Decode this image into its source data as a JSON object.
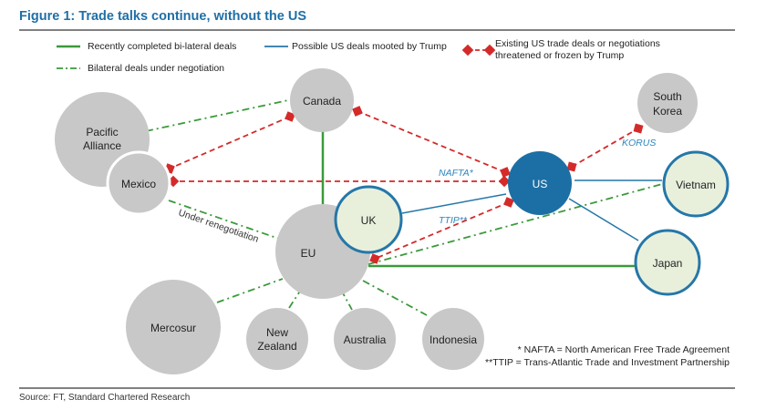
{
  "figure": {
    "title": "Figure 1: Trade talks continue, without the US",
    "source": "Source: FT, Standard Chartered Research"
  },
  "legend": {
    "completed": "Recently completed bi-lateral deals",
    "negotiation": "Bilateral deals under negotiation",
    "possible_us": "Possible US deals mooted by Trump",
    "threatened_line1": "Existing US trade deals or negotiations",
    "threatened_line2": "threatened or frozen by Trump"
  },
  "colors": {
    "green": "#3a9a3a",
    "blue": "#2577a8",
    "red": "#d42a2a",
    "grey_node": "#c8c8c8",
    "light_node": "#e8f0dc",
    "us_node": "#1c6fa4"
  },
  "nodes": {
    "canada": "Canada",
    "pacific_line1": "Pacific",
    "pacific_line2": "Alliance",
    "mexico": "Mexico",
    "eu": "EU",
    "uk": "UK",
    "us": "US",
    "south_korea_line1": "South",
    "south_korea_line2": "Korea",
    "vietnam": "Vietnam",
    "japan": "Japan",
    "mercosur": "Mercosur",
    "new_zealand_line1": "New",
    "new_zealand_line2": "Zealand",
    "australia": "Australia",
    "indonesia": "Indonesia"
  },
  "edge_labels": {
    "nafta": "NAFTA*",
    "ttip": "TTIP**",
    "korus": "KORUS",
    "renegotiation": "Under renegotiation"
  },
  "footnotes": {
    "nafta": "* NAFTA = North American Free Trade Agreement",
    "ttip": "**TTIP = Trans-Atlantic Trade and Investment Partnership"
  }
}
